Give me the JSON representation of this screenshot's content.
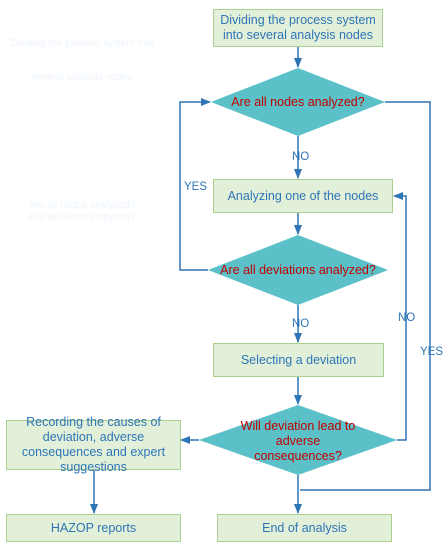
{
  "nodes": {
    "start": "Dividing the process system into several analysis nodes",
    "q_nodes": "Are all nodes analyzed?",
    "analyze": "Analyzing one of the nodes",
    "q_deviations": "Are all deviations analyzed?",
    "select": "Selecting a deviation",
    "q_lead": "Will deviation lead to adverse consequences?",
    "record": "Recording the causes of deviation, adverse consequences and expert suggestions",
    "reports": "HAZOP reports",
    "end": "End of analysis"
  },
  "labels": {
    "no1": "NO",
    "yes_left": "YES",
    "no2": "NO",
    "no_right": "NO",
    "yes_right": "YES"
  },
  "ghost": {
    "line1": "Dividing the process system into",
    "line2": "several analysis nodes",
    "line3": "Are all nodes analyzed?",
    "line4": "Are all nodes analyzed?"
  },
  "colors": {
    "box_fill": "#e2f0d9",
    "box_border": "#a9d08e",
    "diamond_fill": "#5bc0c8",
    "text_blue": "#2e75b6",
    "text_red": "#c00000",
    "arrow": "#2e75b6"
  }
}
